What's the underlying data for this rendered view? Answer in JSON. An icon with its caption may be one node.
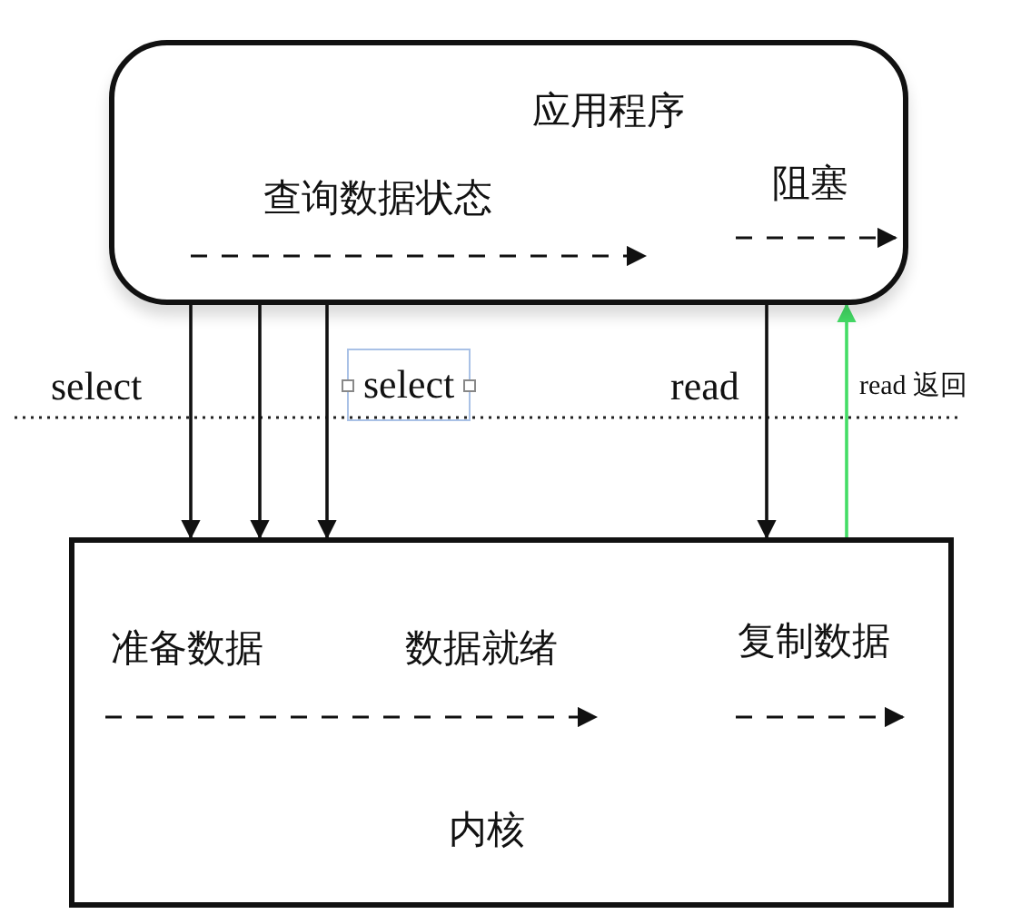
{
  "diagram": {
    "nodes": [
      {
        "text": [
          "应用程序",
          "查询数据状态",
          "阻塞"
        ]
      },
      {
        "text": [
          "准备数据",
          "数据就绪",
          "复制数据",
          "内核"
        ]
      }
    ],
    "edges": [
      {
        "from": 0,
        "to": 1,
        "arrow": "to"
      },
      {
        "from": 0,
        "to": 1,
        "arrow": "to"
      },
      {
        "from": 0,
        "to": 1,
        "arrow": "to"
      },
      {
        "from": 0,
        "to": 1,
        "arrow": "to"
      },
      {
        "from": 1,
        "to": 0,
        "arrow": "to",
        "color": "#44dd66"
      }
    ],
    "labels": [
      "select",
      "select",
      "read",
      "read 返回"
    ]
  }
}
